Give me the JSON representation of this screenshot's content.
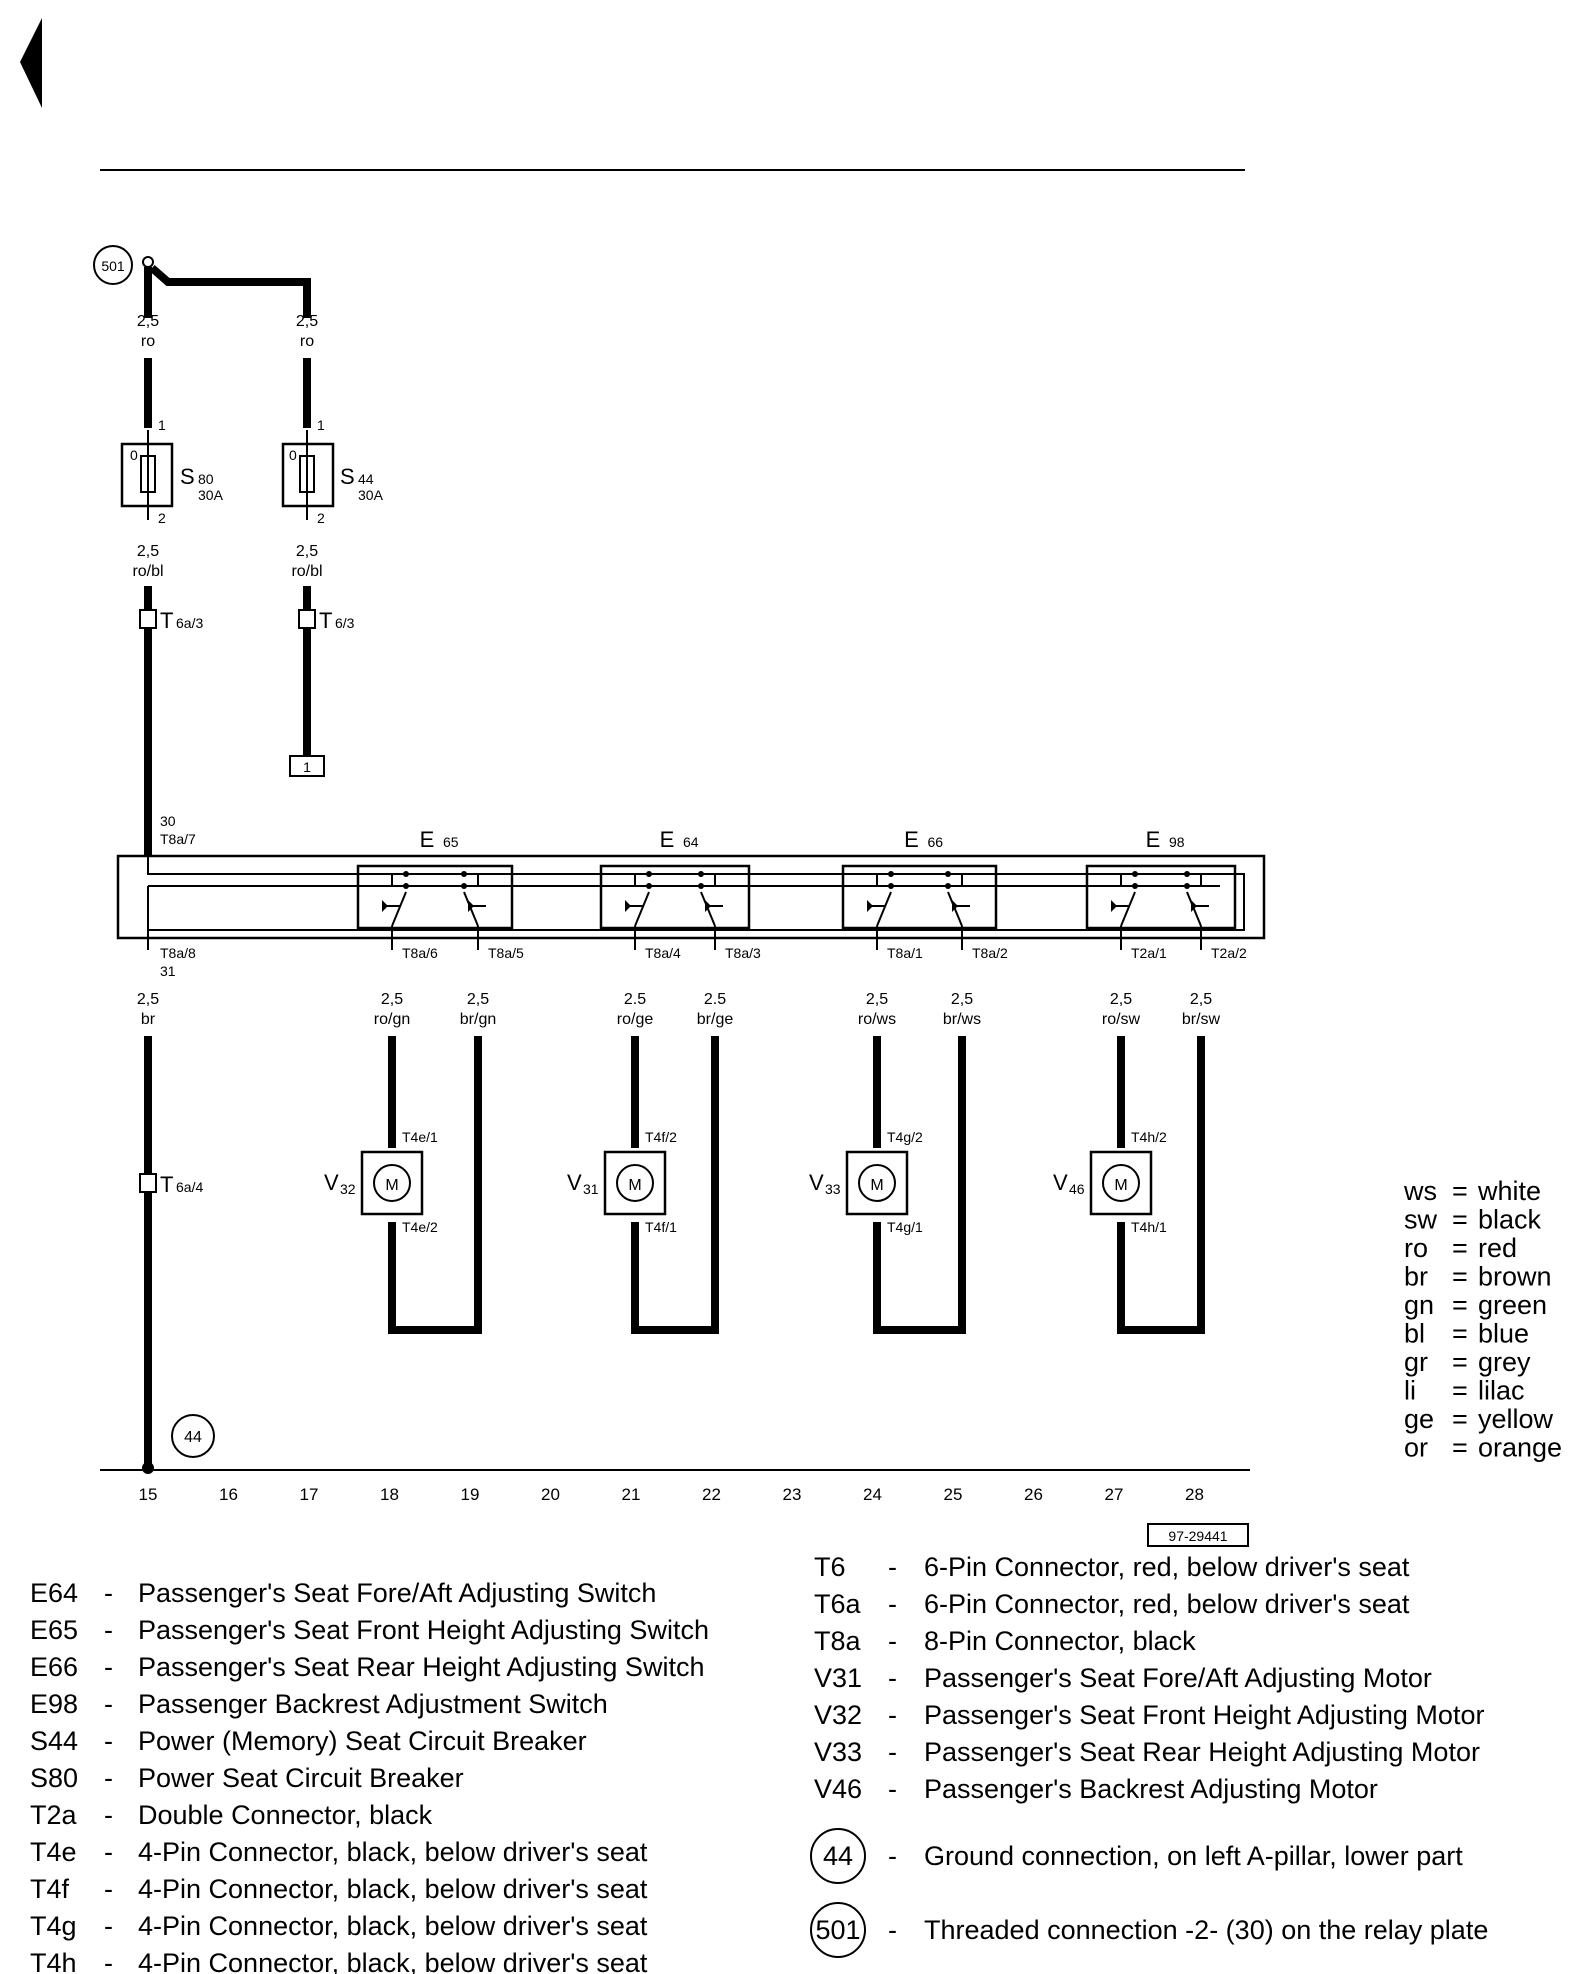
{
  "header": {
    "back_icon": "triangle-left-icon"
  },
  "wires": {
    "main_top_1": {
      "gauge": "2,5",
      "color": "ro"
    },
    "main_top_2": {
      "gauge": "2,5",
      "color": "ro"
    },
    "after_s80": {
      "gauge": "2,5",
      "color": "ro/bl"
    },
    "after_s44": {
      "gauge": "2,5",
      "color": "ro/bl"
    },
    "ground": {
      "gauge": "2,5",
      "color": "br"
    },
    "e65_a": {
      "gauge": "2,5",
      "color": "ro/gn"
    },
    "e65_b": {
      "gauge": "2,5",
      "color": "br/gn"
    },
    "e64_a": {
      "gauge": "2.5",
      "color": "ro/ge"
    },
    "e64_b": {
      "gauge": "2.5",
      "color": "br/ge"
    },
    "e66_a": {
      "gauge": "2,5",
      "color": "ro/ws"
    },
    "e66_b": {
      "gauge": "2,5",
      "color": "br/ws"
    },
    "e98_a": {
      "gauge": "2,5",
      "color": "ro/sw"
    },
    "e98_b": {
      "gauge": "2,5",
      "color": "br/sw"
    }
  },
  "breakers": {
    "s80": {
      "letter": "S",
      "sub": "80",
      "rating": "30A",
      "pin_in": "1",
      "pin_out": "2"
    },
    "s44": {
      "letter": "S",
      "sub": "44",
      "rating": "30A",
      "pin_in": "1",
      "pin_out": "2"
    }
  },
  "connectors": {
    "t6a3": {
      "letter": "T",
      "sub": "6a/3"
    },
    "t63": {
      "letter": "T",
      "sub": "6/3"
    },
    "t6a4": {
      "letter": "T",
      "sub": "6a/4"
    },
    "ref_box": "1",
    "t8a7": "T8a/7",
    "t8a7_term": "30",
    "t8a8": "T8a/8",
    "t8a8_term": "31"
  },
  "switches": [
    {
      "letter": "E",
      "sub": "65",
      "pin_a": "T8a/6",
      "pin_b": "T8a/5"
    },
    {
      "letter": "E",
      "sub": "64",
      "pin_a": "T8a/4",
      "pin_b": "T8a/3"
    },
    {
      "letter": "E",
      "sub": "66",
      "pin_a": "T8a/1",
      "pin_b": "T8a/2"
    },
    {
      "letter": "E",
      "sub": "98",
      "pin_a": "T2a/1",
      "pin_b": "T2a/2"
    }
  ],
  "motors": [
    {
      "letter": "V",
      "sub": "32",
      "symbol": "M",
      "pin_top": "T4e/1",
      "pin_bottom": "T4e/2"
    },
    {
      "letter": "V",
      "sub": "31",
      "symbol": "M",
      "pin_top": "T4f/2",
      "pin_bottom": "T4f/1"
    },
    {
      "letter": "V",
      "sub": "33",
      "symbol": "M",
      "pin_top": "T4g/2",
      "pin_bottom": "T4g/1"
    },
    {
      "letter": "V",
      "sub": "46",
      "symbol": "M",
      "pin_top": "T4h/2",
      "pin_bottom": "T4h/1"
    }
  ],
  "grounds": {
    "g44": "44",
    "g501": "501"
  },
  "columns": [
    "15",
    "16",
    "17",
    "18",
    "19",
    "20",
    "21",
    "22",
    "23",
    "24",
    "25",
    "26",
    "27",
    "28"
  ],
  "figure_id": "97-29441",
  "color_key": [
    {
      "code": "ws",
      "name": "white"
    },
    {
      "code": "sw",
      "name": "black"
    },
    {
      "code": "ro",
      "name": "red"
    },
    {
      "code": "br",
      "name": "brown"
    },
    {
      "code": "gn",
      "name": "green"
    },
    {
      "code": "bl",
      "name": "blue"
    },
    {
      "code": "gr",
      "name": "grey"
    },
    {
      "code": "li",
      "name": "lilac"
    },
    {
      "code": "ge",
      "name": "yellow"
    },
    {
      "code": "or",
      "name": "orange"
    }
  ],
  "legend_left": [
    {
      "code": "E64",
      "desc": "Passenger's Seat Fore/Aft Adjusting Switch"
    },
    {
      "code": "E65",
      "desc": "Passenger's Seat Front Height Adjusting Switch"
    },
    {
      "code": "E66",
      "desc": "Passenger's Seat Rear Height Adjusting Switch"
    },
    {
      "code": "E98",
      "desc": "Passenger Backrest Adjustment Switch"
    },
    {
      "code": "S44",
      "desc": "Power (Memory) Seat Circuit Breaker"
    },
    {
      "code": "S80",
      "desc": "Power Seat Circuit Breaker"
    },
    {
      "code": "T2a",
      "desc": "Double Connector, black"
    },
    {
      "code": "T4e",
      "desc": "4-Pin Connector, black, below driver's seat"
    },
    {
      "code": "T4f",
      "desc": "4-Pin Connector, black, below driver's seat"
    },
    {
      "code": "T4g",
      "desc": "4-Pin Connector, black, below driver's seat"
    },
    {
      "code": "T4h",
      "desc": "4-Pin Connector, black, below driver's seat"
    }
  ],
  "legend_right": [
    {
      "code": "T6",
      "desc": "6-Pin Connector,  red, below driver's seat"
    },
    {
      "code": "T6a",
      "desc": "6-Pin Connector, red, below driver's seat"
    },
    {
      "code": "T8a",
      "desc": "8-Pin Connector, black"
    },
    {
      "code": "V31",
      "desc": "Passenger's Seat Fore/Aft Adjusting Motor"
    },
    {
      "code": "V32",
      "desc": "Passenger's Seat Front Height Adjusting Motor"
    },
    {
      "code": "V33",
      "desc": "Passenger's Seat Rear Height Adjusting Motor"
    },
    {
      "code": "V46",
      "desc": "Passenger's Backrest Adjusting Motor"
    }
  ],
  "legend_grounds": [
    {
      "code": "44",
      "desc": "Ground connection, on left A-pillar, lower part"
    },
    {
      "code": "501",
      "desc": "Threaded connection -2- (30) on the relay plate"
    }
  ],
  "dash": "-",
  "equals": "="
}
